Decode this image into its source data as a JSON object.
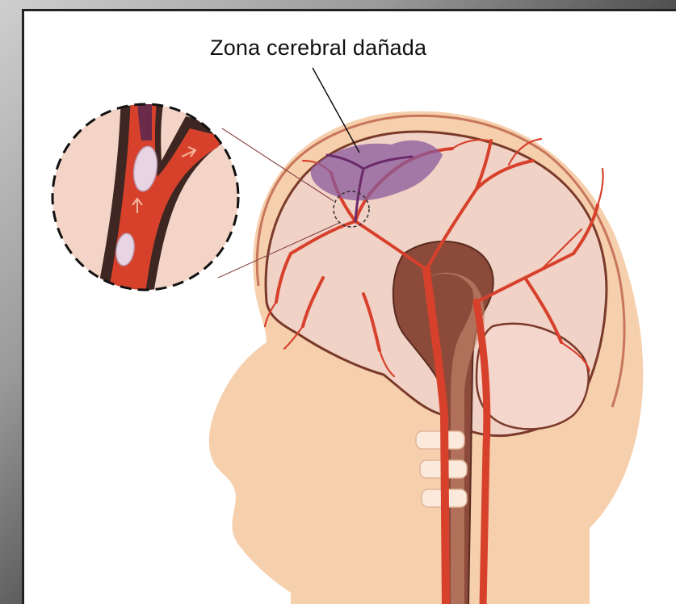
{
  "label": {
    "text": "Zona cerebral dañada"
  },
  "colors": {
    "skin": "#f6cfad",
    "brain": "#f1d2c6",
    "brain_outline": "#7a3a2a",
    "artery": "#d7412c",
    "damaged_area": "#8a5a9b",
    "clot": "#e8d5e3",
    "inner_brain": "#8b4a3a"
  },
  "icons": {
    "zoom_circle": "magnifier-inset",
    "clot": "blood-clot"
  }
}
